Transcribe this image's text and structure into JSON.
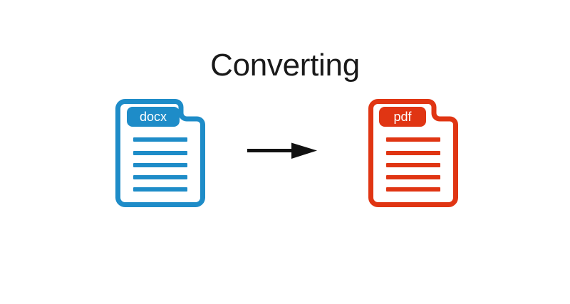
{
  "page": {
    "title": "Converting",
    "title_color": "#1a1a1a",
    "background": "#ffffff"
  },
  "conversion": {
    "source": {
      "label": "docx",
      "color": "#1E8CC8",
      "text_line_count": 5
    },
    "arrow": {
      "color": "#111111"
    },
    "target": {
      "label": "pdf",
      "color": "#E03513",
      "text_line_count": 5
    }
  }
}
